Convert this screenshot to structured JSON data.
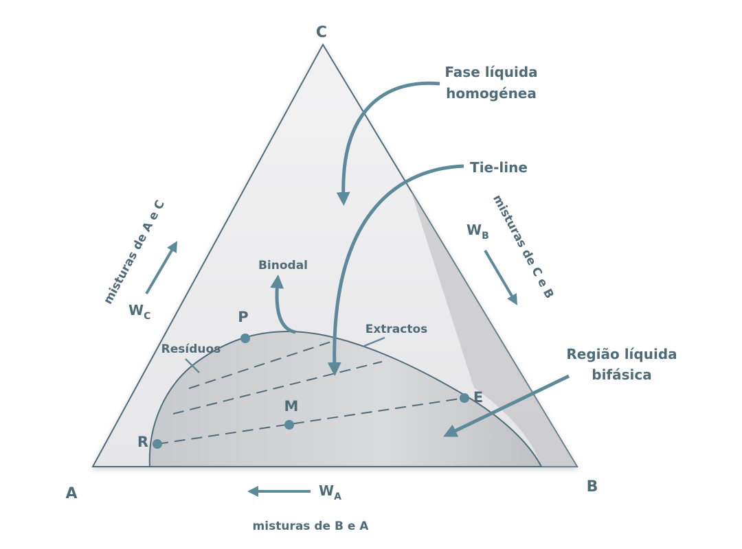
{
  "colors": {
    "triangle_fill": "#eeeeef",
    "triangle_stroke": "#4f6b78",
    "region_fill": "#c4c5c8",
    "region_stroke": "#4f6b78",
    "arrow": "#5d8a9a",
    "text": "#4f6b78",
    "points": "#5d8a9a"
  },
  "vertices": {
    "a": "A",
    "b": "B",
    "c": "C"
  },
  "labels": {
    "fase_line1": "Fase líquida",
    "fase_line2": "homogénea",
    "tie_line": "Tie-line",
    "binodal": "Binodal",
    "extractos": "Extractos",
    "residuos": "Resíduos",
    "regiao_line1": "Região líquida",
    "regiao_line2": "bifásica"
  },
  "points": {
    "p": "P",
    "e": "E",
    "m": "M",
    "r": "R"
  },
  "axes": {
    "left_title": "misturas de A e C",
    "left_w": "W",
    "left_w_sub": "C",
    "right_title": "misturas de C e B",
    "right_w": "W",
    "right_w_sub": "B",
    "bottom_title": "misturas de B e A",
    "bottom_w": "W",
    "bottom_w_sub": "A"
  },
  "icons": {
    "arrow_marker": "arrowhead-icon",
    "point_marker": "circle-dot-icon"
  }
}
